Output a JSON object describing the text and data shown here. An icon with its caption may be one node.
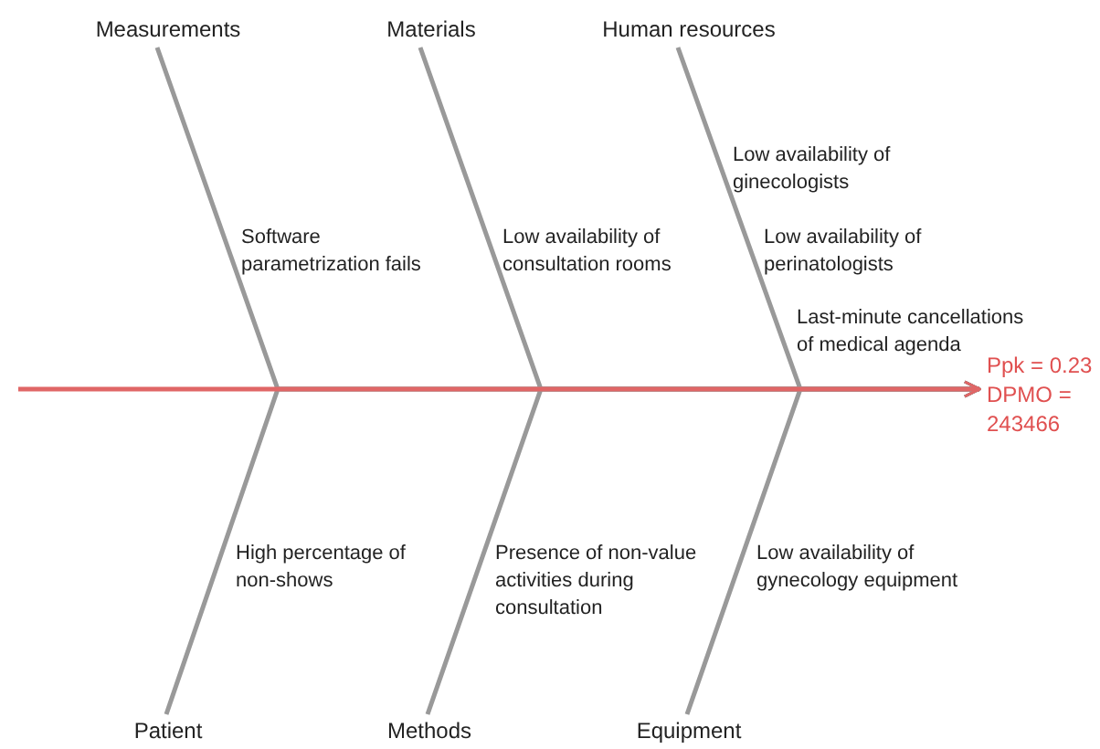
{
  "diagram": {
    "nodes": [
      {
        "text": [
          "Measurements"
        ]
      },
      {
        "text": [
          "Materials"
        ]
      },
      {
        "text": [
          "Human resources"
        ]
      },
      {
        "text": [
          "Ppk = 0.23 DPMO = 243466"
        ]
      },
      {
        "text": [
          "Patient"
        ]
      },
      {
        "text": [
          "Methods"
        ]
      },
      {
        "text": [
          "Equipment"
        ]
      }
    ],
    "edges": [
      {
        "from": 0,
        "to": 3,
        "arrow": "to"
      },
      {
        "from": 1,
        "to": 3,
        "arrow": "to"
      },
      {
        "from": 2,
        "to": 3,
        "arrow": "to"
      },
      {
        "from": 4,
        "to": 3,
        "arrow": "to"
      },
      {
        "from": 5,
        "to": 3,
        "arrow": "to"
      },
      {
        "from": 6,
        "to": 3,
        "arrow": "to"
      },
      {
        "from": null,
        "to": 3,
        "arrow": "to",
        "color": "#e06666"
      }
    ],
    "labels": [
      "Low availability of ginecologists",
      "Software parametrization fails",
      "Low availability of consultation rooms",
      "Low availability of perinatologists",
      "Last-minute cancellations of medical agenda",
      "High percentage of non-shows",
      "Presence of non-value activities during consultation",
      "Low availability of gynecology equipment"
    ]
  }
}
